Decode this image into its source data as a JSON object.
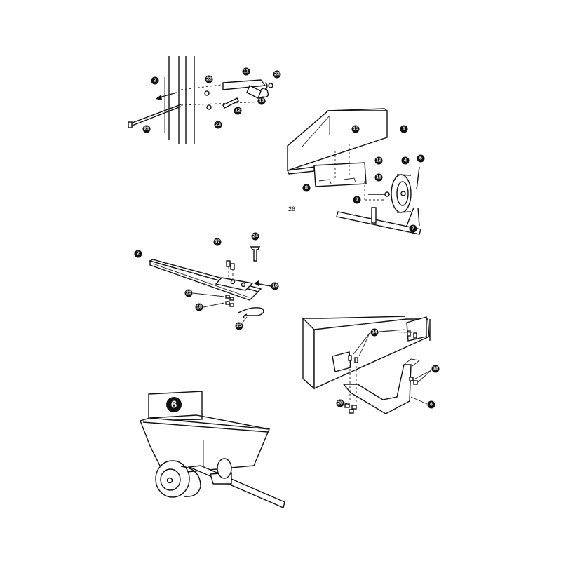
{
  "panels": {
    "hitch": {
      "callouts": [
        "2",
        "22",
        "11",
        "23",
        "13",
        "12",
        "23",
        "21"
      ]
    },
    "tub_wheel": {
      "callouts": [
        "1",
        "15",
        "19",
        "4",
        "5",
        "16",
        "8",
        "3",
        "7"
      ],
      "label_26": "26"
    },
    "handle": {
      "callouts": [
        "2",
        "17",
        "24",
        "10",
        "20",
        "18",
        "25"
      ]
    },
    "bracket": {
      "callouts": [
        "14",
        "18",
        "20",
        "8"
      ]
    },
    "cart": {
      "badge": "6"
    }
  }
}
